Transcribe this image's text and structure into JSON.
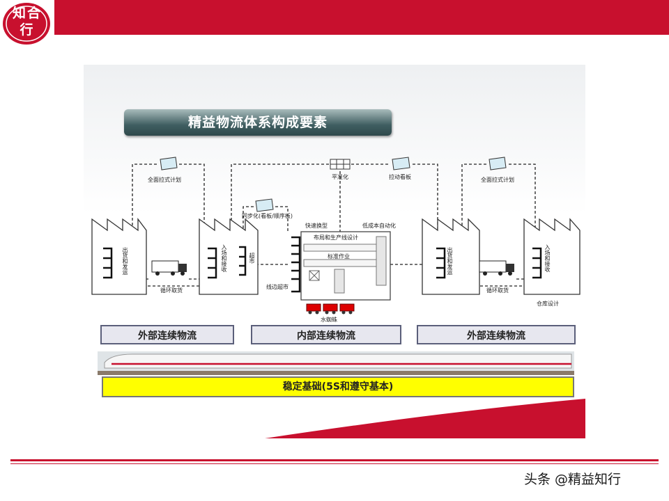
{
  "logo": {
    "text": "知合行"
  },
  "slide": {
    "title": "精益物流体系构成要素",
    "labels": {
      "full_pull_plan_left": "全面拉式计划",
      "full_pull_plan_right": "全面拉式计划",
      "standardization": "平准化",
      "pull_kanban": "拉动看板",
      "sync": "同步化(看板/顺序板)",
      "quick_changeover": "快速换型",
      "low_cost_automation": "低成本自动化",
      "layout_design": "布局和生产线设计",
      "standard_work": "标准作业",
      "line_supermarket": "线边超市",
      "water_spider": "水蜘蛛",
      "milk_run_left": "循环取货",
      "milk_run_right": "循环取货",
      "warehouse_design": "仓库设计",
      "v_ship_left": "出货和发运",
      "v_receive_left": "入场和接收",
      "v_super": "超市",
      "v_ship_right": "出货和发运",
      "v_receive_right": "入场和接收"
    },
    "flows": {
      "external_left": "外部连续物流",
      "internal": "内部连续物流",
      "external_right": "外部连续物流"
    },
    "foundation": "稳定基础(5S和遵守基本)"
  },
  "watermark": "头条 @精益知行",
  "colors": {
    "brand_red": "#c8102e",
    "foundation_yellow": "#ffff00",
    "title_teal": "#3f5e61"
  }
}
